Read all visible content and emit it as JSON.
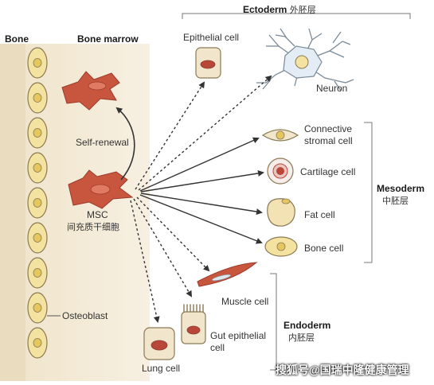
{
  "labels": {
    "bone": "Bone",
    "bone_marrow": "Bone marrow",
    "ectoderm": "Ectoderm",
    "ectoderm_cn": "外胚层",
    "mesoderm": "Mesoderm",
    "mesoderm_cn": "中胚层",
    "endoderm": "Endoderm",
    "endoderm_cn": "内胚层",
    "self_renewal": "Self-renewal",
    "msc": "MSC",
    "msc_cn": "间充质干细胞",
    "osteoblast": "Osteoblast",
    "epithelial_cell": "Epithelial cell",
    "neuron": "Neuron",
    "connective_line1": "Connective",
    "connective_line2": "stromal cell",
    "cartilage_cell": "Cartilage cell",
    "fat_cell": "Fat cell",
    "bone_cell": "Bone cell",
    "muscle_cell": "Muscle cell",
    "gut_line1": "Gut epithelial",
    "gut_line2": "cell",
    "lung_cell": "Lung cell"
  },
  "watermark": "搜狐号@国瑞中隆健康管理",
  "colors": {
    "bone_column": "#f3ead6",
    "osteoblast_fill": "#f4e3a0",
    "osteoblast_nucleus": "#e6c65e",
    "cell_outline": "#8a7a55",
    "msc_red": "#c8563f",
    "msc_dark": "#9c3a2a",
    "nucleus_red": "#b8473a",
    "neuron_fill": "#e4edf5",
    "arrow": "#333333"
  },
  "icons": [
    "osteoblast-icon",
    "msc-icon",
    "epithelial-cell-icon",
    "neuron-icon",
    "connective-cell-icon",
    "cartilage-cell-icon",
    "fat-cell-icon",
    "bone-cell-icon",
    "muscle-cell-icon",
    "gut-epithelial-cell-icon",
    "lung-cell-icon"
  ]
}
